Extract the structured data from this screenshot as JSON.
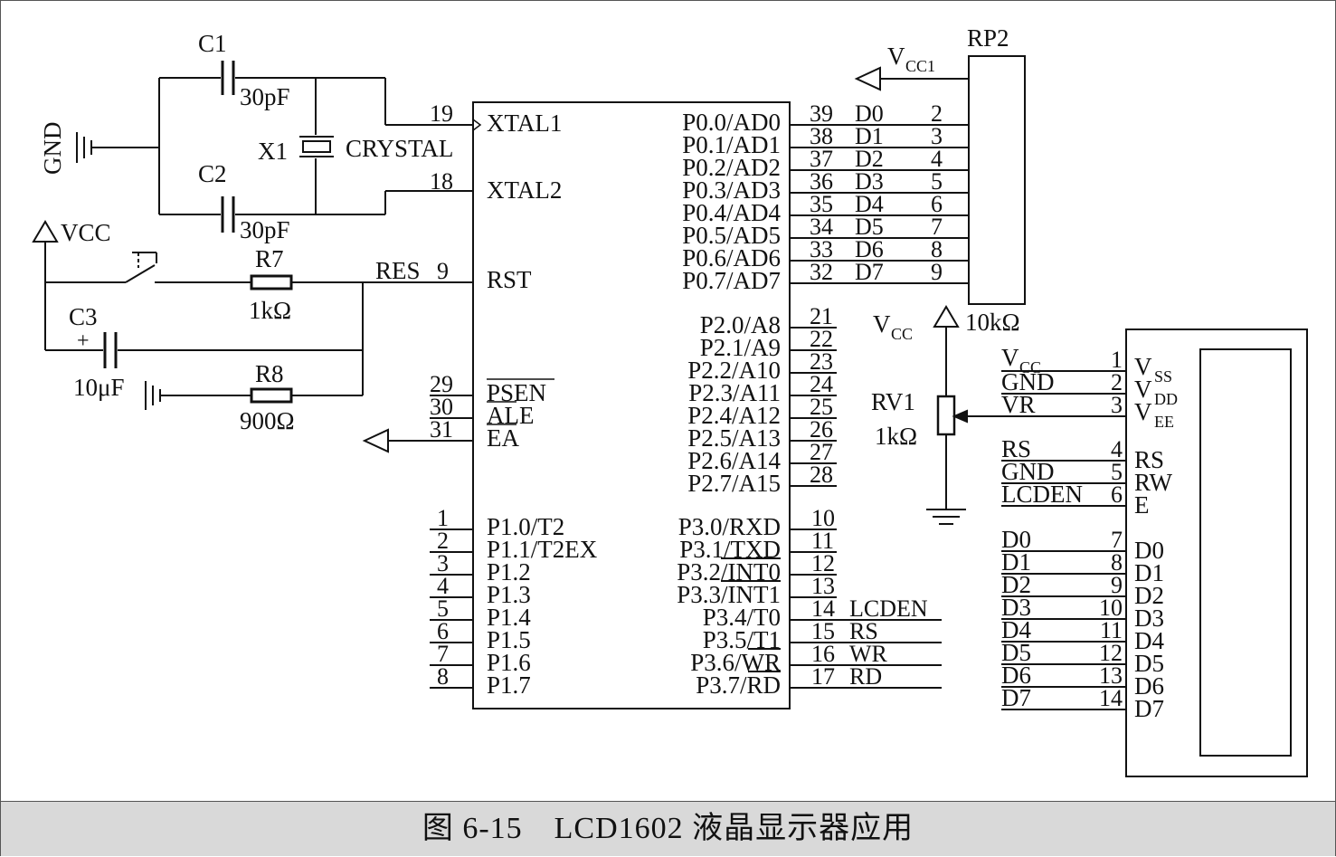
{
  "caption": "图 6-15　LCD1602 液晶显示器应用",
  "labels": {
    "c1": "C1",
    "c1_val": "30pF",
    "c2": "C2",
    "c2_val": "30pF",
    "gnd_left": "GND",
    "x1": "X1",
    "crystal": "CRYSTAL",
    "vcc_left": "VCC",
    "r7": "R7",
    "r7_val": "1kΩ",
    "c3": "C3",
    "c3_plus": "+",
    "c3_val": "10μF",
    "r8": "R8",
    "r8_val": "900Ω",
    "res": "RES",
    "rp2": "RP2",
    "rp2_val": "10kΩ",
    "vcc1_main": "V",
    "vcc1_sub": "CC1",
    "vcc_rv_main": "V",
    "vcc_rv_sub": "CC",
    "rv1": "RV1",
    "rv1_val": "1kΩ"
  },
  "mcu": {
    "left_pins": [
      {
        "num": "19",
        "name": "XTAL1"
      },
      {
        "num": "18",
        "name": "XTAL2"
      },
      {
        "num": "9",
        "name": "RST"
      },
      {
        "num": "29",
        "name": "PSEN"
      },
      {
        "num": "30",
        "name": "ALE"
      },
      {
        "num": "31",
        "name": "EA"
      },
      {
        "num": "1",
        "name": "P1.0/T2"
      },
      {
        "num": "2",
        "name": "P1.1/T2EX"
      },
      {
        "num": "3",
        "name": "P1.2"
      },
      {
        "num": "4",
        "name": "P1.3"
      },
      {
        "num": "5",
        "name": "P1.4"
      },
      {
        "num": "6",
        "name": "P1.5"
      },
      {
        "num": "7",
        "name": "P1.6"
      },
      {
        "num": "8",
        "name": "P1.7"
      }
    ],
    "p0": [
      {
        "name": "P0.0/AD0",
        "num": "39",
        "net": "D0",
        "rp": "2"
      },
      {
        "name": "P0.1/AD1",
        "num": "38",
        "net": "D1",
        "rp": "3"
      },
      {
        "name": "P0.2/AD2",
        "num": "37",
        "net": "D2",
        "rp": "4"
      },
      {
        "name": "P0.3/AD3",
        "num": "36",
        "net": "D3",
        "rp": "5"
      },
      {
        "name": "P0.4/AD4",
        "num": "35",
        "net": "D4",
        "rp": "6"
      },
      {
        "name": "P0.5/AD5",
        "num": "34",
        "net": "D5",
        "rp": "7"
      },
      {
        "name": "P0.6/AD6",
        "num": "33",
        "net": "D6",
        "rp": "8"
      },
      {
        "name": "P0.7/AD7",
        "num": "32",
        "net": "D7",
        "rp": "9"
      }
    ],
    "p2": [
      {
        "name": "P2.0/A8",
        "num": "21"
      },
      {
        "name": "P2.1/A9",
        "num": "22"
      },
      {
        "name": "P2.2/A10",
        "num": "23"
      },
      {
        "name": "P2.3/A11",
        "num": "24"
      },
      {
        "name": "P2.4/A12",
        "num": "25"
      },
      {
        "name": "P2.5/A13",
        "num": "26"
      },
      {
        "name": "P2.6/A14",
        "num": "27"
      },
      {
        "name": "P2.7/A15",
        "num": "28"
      }
    ],
    "p3": [
      {
        "name": "P3.0/RXD",
        "num": "10",
        "net": ""
      },
      {
        "name": "P3.1/TXD",
        "num": "11",
        "net": ""
      },
      {
        "name": "P3.2/INT0",
        "num": "12",
        "net": ""
      },
      {
        "name": "P3.3/INT1",
        "num": "13",
        "net": ""
      },
      {
        "name": "P3.4/T0",
        "num": "14",
        "net": "LCDEN"
      },
      {
        "name": "P3.5/T1",
        "num": "15",
        "net": "RS"
      },
      {
        "name": "P3.6/WR",
        "num": "16",
        "net": "WR"
      },
      {
        "name": "P3.7/RD",
        "num": "17",
        "net": "RD"
      }
    ]
  },
  "lcd": {
    "pins": [
      {
        "net": "VCC",
        "num": "1",
        "name": "VSS"
      },
      {
        "net": "GND",
        "num": "2",
        "name": "VDD"
      },
      {
        "net": "VR",
        "num": "3",
        "name": "VEE"
      },
      {
        "net": "RS",
        "num": "4",
        "name": "RS"
      },
      {
        "net": "GND",
        "num": "5",
        "name": "RW"
      },
      {
        "net": "LCDEN",
        "num": "6",
        "name": "E"
      },
      {
        "net": "D0",
        "num": "7",
        "name": "D0"
      },
      {
        "net": "D1",
        "num": "8",
        "name": "D1"
      },
      {
        "net": "D2",
        "num": "9",
        "name": "D2"
      },
      {
        "net": "D3",
        "num": "10",
        "name": "D3"
      },
      {
        "net": "D4",
        "num": "11",
        "name": "D4"
      },
      {
        "net": "D5",
        "num": "12",
        "name": "D5"
      },
      {
        "net": "D6",
        "num": "13",
        "name": "D6"
      },
      {
        "net": "D7",
        "num": "14",
        "name": "D7"
      }
    ]
  }
}
